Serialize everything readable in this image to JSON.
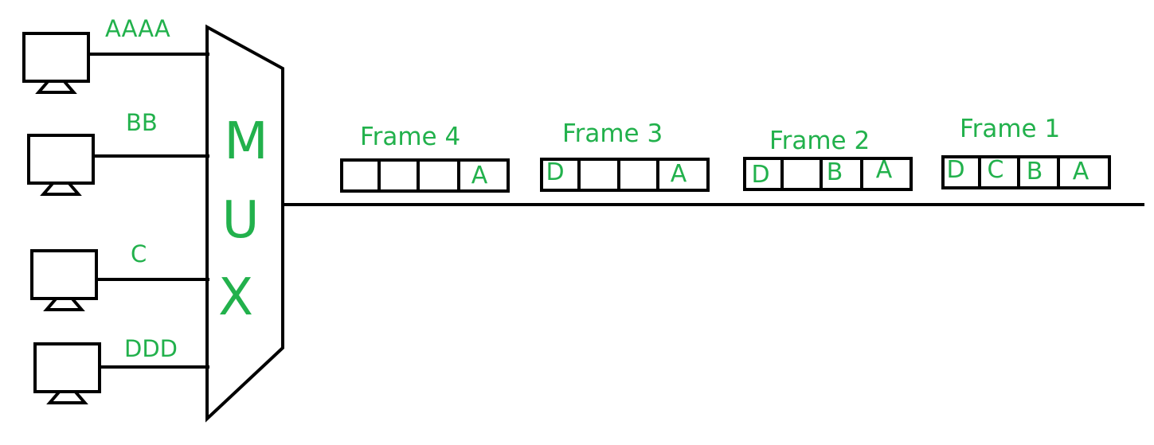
{
  "sources": [
    {
      "label": "AAAA"
    },
    {
      "label": "BB"
    },
    {
      "label": "C"
    },
    {
      "label": "DDD"
    }
  ],
  "mux": {
    "letters": [
      "M",
      "U",
      "X"
    ]
  },
  "frames": [
    {
      "label": "Frame 4",
      "slots": [
        "",
        "",
        "",
        "A"
      ]
    },
    {
      "label": "Frame 3",
      "slots": [
        "D",
        "",
        "",
        "A"
      ]
    },
    {
      "label": "Frame 2",
      "slots": [
        "D",
        "",
        "B",
        "A"
      ]
    },
    {
      "label": "Frame 1",
      "slots": [
        "D",
        "C",
        "B",
        "A"
      ]
    }
  ],
  "colors": {
    "text": "#22b14c",
    "line": "#000000"
  }
}
